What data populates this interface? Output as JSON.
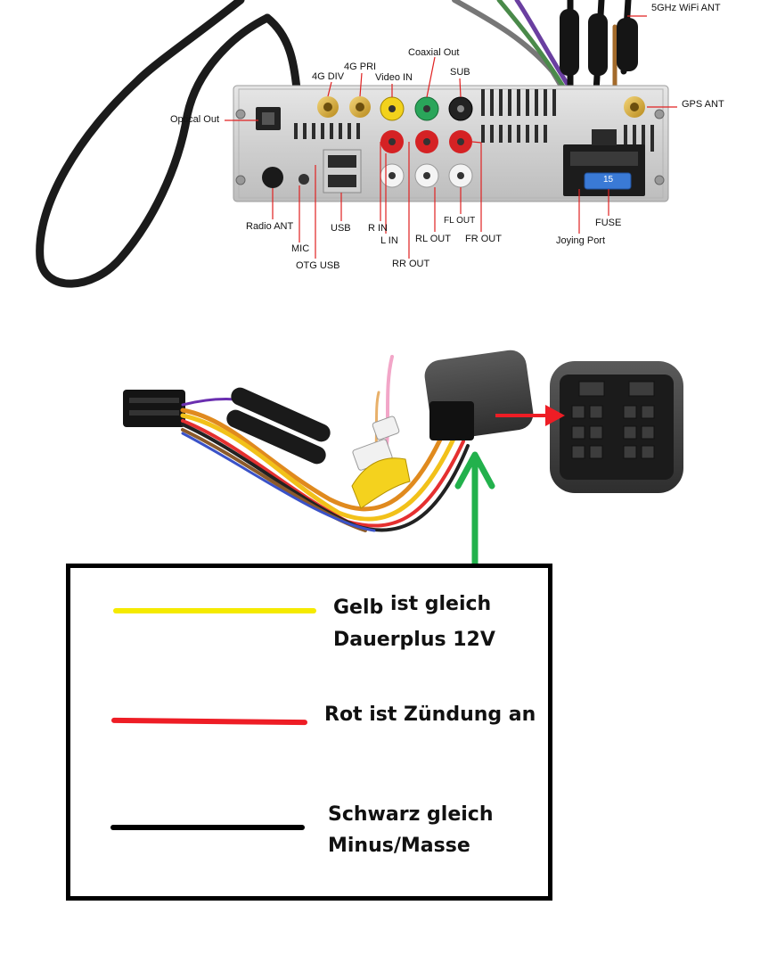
{
  "head_unit": {
    "labels": {
      "wifi_5g": "5GHz WiFi ANT",
      "gps": "GPS ANT",
      "optical": "Optical Out",
      "div_4g": "4G DIV",
      "pri_4g": "4G PRI",
      "video_in": "Video IN",
      "coax": "Coaxial Out",
      "sub": "SUB",
      "radio": "Radio ANT",
      "mic": "MIC",
      "otg": "OTG USB",
      "usb": "USB",
      "r_in": "R IN",
      "l_in": "L IN",
      "rl_out": "RL OUT",
      "rr_out": "RR OUT",
      "fl_out": "FL OUT",
      "fr_out": "FR OUT",
      "fuse": "FUSE",
      "joying": "Joying Port",
      "fuse_value": "15"
    }
  },
  "legend": {
    "colors": {
      "yellow": "#f5ea00",
      "red": "#ee1d25",
      "black": "#000000",
      "green_arrow": "#22b14c",
      "red_arrow": "#ee1d25"
    },
    "items": [
      {
        "id": "yellow",
        "word": "Gelb",
        "rest": "ist  gleich",
        "line2": "Dauerplus 12V"
      },
      {
        "id": "red",
        "text": "Rot ist Zündung an"
      },
      {
        "id": "black",
        "line1": "Schwarz gleich",
        "line2": "Minus/Masse"
      }
    ]
  }
}
